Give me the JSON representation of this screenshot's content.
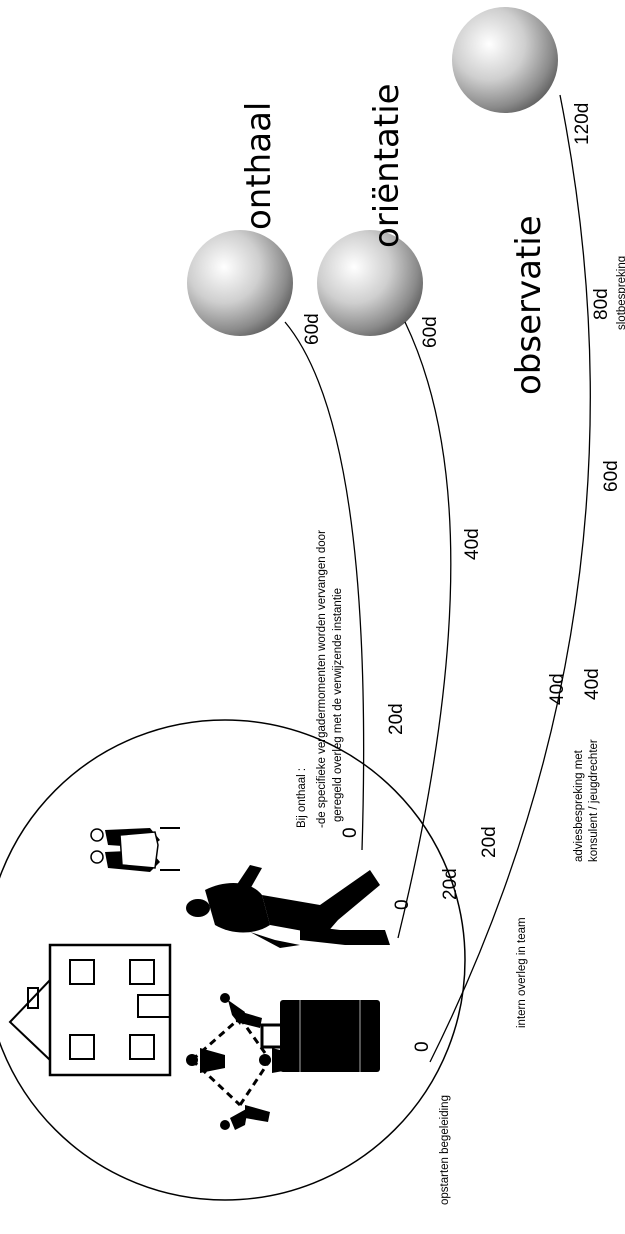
{
  "phases": [
    {
      "label": "onthaal",
      "ticks": [
        "0",
        "20d",
        "40d",
        "60d"
      ]
    },
    {
      "label": "oriëntatie",
      "ticks": [
        "0",
        "20d",
        "40d",
        "60d"
      ]
    },
    {
      "label": "observatie",
      "ticks": [
        "0",
        "20d",
        "40d",
        "60d",
        "80d",
        "120d"
      ]
    }
  ],
  "milestones": {
    "start": "opstarten begeleiding",
    "internal": "intern overleg in team",
    "advice_line1": "adviesbespreking met",
    "advice_line2": "konsulent / jeugdrechter",
    "final": "slotbespreking"
  },
  "note": {
    "title": "Bij onthaal :",
    "line1": "-de specifieke vergadermomenten worden vervangen door",
    "line2": "geregeld overleg met de verwijzende instantie"
  }
}
